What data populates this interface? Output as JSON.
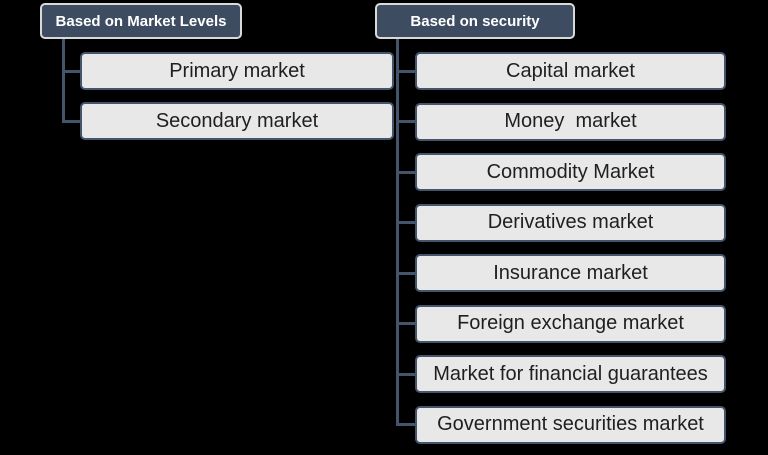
{
  "left_tree": {
    "header": "Based on Market Levels",
    "items": [
      "Primary market",
      "Secondary market"
    ]
  },
  "right_tree": {
    "header": "Based on security",
    "items": [
      "Capital market",
      "Money  market",
      "Commodity Market",
      "Derivatives market",
      "Insurance market",
      "Foreign exchange market",
      "Market for financial guarantees",
      "Government securities market"
    ]
  },
  "colors": {
    "background": "#000000",
    "header_fill": "#3E4C62",
    "header_border": "#D9D9D9",
    "header_text": "#FFFFFF",
    "node_fill": "#E8E8E8",
    "node_border": "#44546A",
    "node_text": "#1F1F1F",
    "connector": "#44546A"
  }
}
